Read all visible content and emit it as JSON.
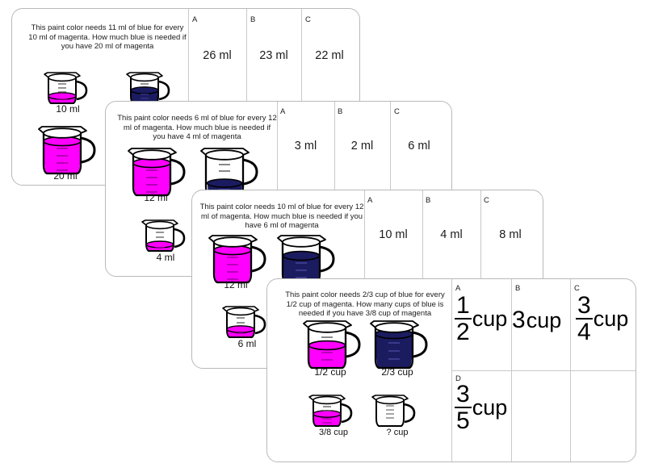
{
  "colors": {
    "magenta": "#FF00FF",
    "navy": "#1B1B60",
    "card_border": "#b9b9b9",
    "rule": "#c9c9c9",
    "text": "#1b1b1b",
    "glass_outline": "#000000"
  },
  "cards": [
    {
      "id": "card-1",
      "question": "This paint color needs 11 ml of blue for every 10 ml of magenta. How much blue is needed if you have 20 ml of magenta",
      "beakers": [
        {
          "name": "magenta-beaker-10ml",
          "label": "10 ml",
          "liquid": "magenta",
          "fill": 0.44,
          "size": "small"
        },
        {
          "name": "navy-beaker-top",
          "label": "",
          "liquid": "navy",
          "fill": 0.52,
          "size": "small"
        },
        {
          "name": "magenta-beaker-20ml",
          "label": "20 ml",
          "liquid": "magenta",
          "fill": 0.74,
          "size": "large"
        }
      ],
      "answers": [
        {
          "letter": "A",
          "value": "26 ml"
        },
        {
          "letter": "B",
          "value": "23 ml"
        },
        {
          "letter": "C",
          "value": "22 ml"
        }
      ]
    },
    {
      "id": "card-2",
      "question": "This paint color needs 6 ml of blue for every 12 ml of magenta. How much blue is needed if you have 4 ml of magenta",
      "beakers": [
        {
          "name": "magenta-beaker-12ml",
          "label": "12 ml",
          "liquid": "magenta",
          "fill": 0.74,
          "size": "large"
        },
        {
          "name": "navy-beaker-low",
          "label": "",
          "liquid": "navy",
          "fill": 0.26,
          "size": "large"
        },
        {
          "name": "magenta-beaker-4ml",
          "label": "4 ml",
          "liquid": "magenta",
          "fill": 0.22,
          "size": "small"
        }
      ],
      "answers": [
        {
          "letter": "A",
          "value": "3 ml"
        },
        {
          "letter": "B",
          "value": "2 ml"
        },
        {
          "letter": "C",
          "value": "6 ml"
        }
      ]
    },
    {
      "id": "card-3",
      "question": "This paint color needs 10 ml of blue for every 12 ml of magenta. How much blue is needed if you have 6 ml of magenta",
      "beakers": [
        {
          "name": "magenta-beaker-12ml",
          "label": "12 ml",
          "liquid": "magenta",
          "fill": 0.74,
          "size": "large"
        },
        {
          "name": "navy-beaker-full",
          "label": "",
          "liquid": "navy",
          "fill": 0.62,
          "size": "large"
        },
        {
          "name": "magenta-beaker-6ml",
          "label": "6 ml",
          "liquid": "magenta",
          "fill": 0.26,
          "size": "small"
        }
      ],
      "answers": [
        {
          "letter": "A",
          "value": "10 ml"
        },
        {
          "letter": "B",
          "value": "4 ml"
        },
        {
          "letter": "C",
          "value": "8 ml"
        }
      ]
    },
    {
      "id": "card-4",
      "question": "This paint color needs 2/3 cup of blue for every 1/2 cup of magenta. How many cups of blue is needed if you have 3/8 cup of magenta",
      "beakers": [
        {
          "name": "magenta-beaker-half-cup",
          "label": "1/2 cup",
          "liquid": "magenta",
          "fill": 0.52,
          "size": "large"
        },
        {
          "name": "navy-beaker-two-thirds-cup",
          "label": "2/3 cup",
          "liquid": "navy",
          "fill": 0.78,
          "size": "large"
        },
        {
          "name": "magenta-beaker-three-eighths-cup",
          "label": "3/8 cup",
          "liquid": "magenta",
          "fill": 0.38,
          "size": "small"
        },
        {
          "name": "empty-beaker-unknown-cup",
          "label": "? cup",
          "liquid": "none",
          "fill": 0,
          "size": "small"
        }
      ],
      "answers": [
        {
          "letter": "A",
          "numerator": "1",
          "denominator": "2",
          "unit": "cup"
        },
        {
          "letter": "B",
          "whole": "3",
          "unit": "cup"
        },
        {
          "letter": "C",
          "numerator": "3",
          "denominator": "4",
          "unit": "cup"
        },
        {
          "letter": "D",
          "numerator": "3",
          "denominator": "5",
          "unit": "cup"
        }
      ]
    }
  ]
}
